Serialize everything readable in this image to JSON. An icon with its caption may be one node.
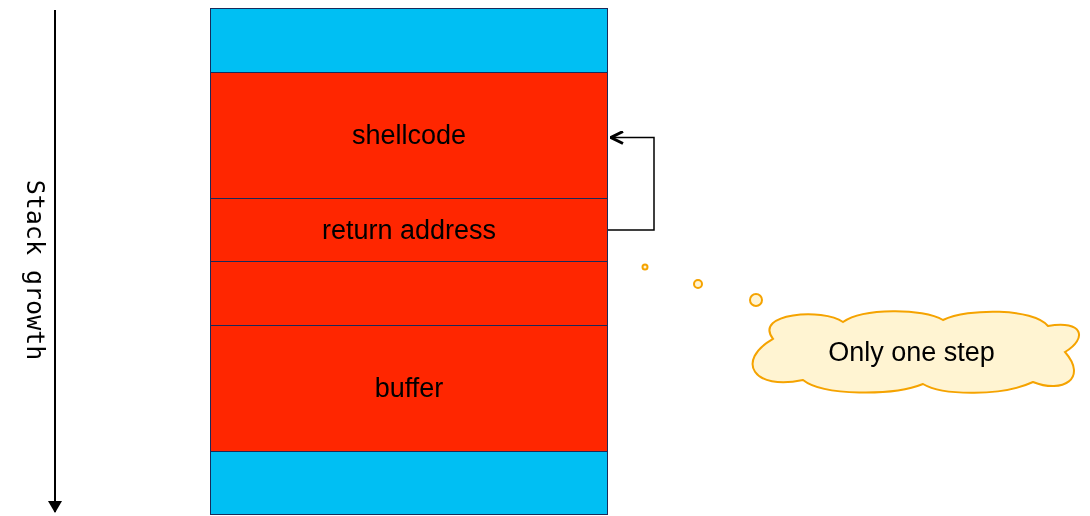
{
  "diagram": {
    "nodes": [
      {
        "text": [],
        "shape": "box"
      },
      {
        "text": [
          "shellcode"
        ]
      },
      {
        "text": [
          "return address"
        ]
      },
      {
        "text": [],
        "shape": "box"
      },
      {
        "text": [
          "buffer"
        ]
      },
      {
        "text": [],
        "shape": "box"
      },
      {
        "text": [
          "Only one step"
        ]
      }
    ],
    "edges": [
      {
        "from": 2,
        "to": 1,
        "arrow": "to"
      }
    ],
    "labels": [
      "Stack growth"
    ]
  }
}
